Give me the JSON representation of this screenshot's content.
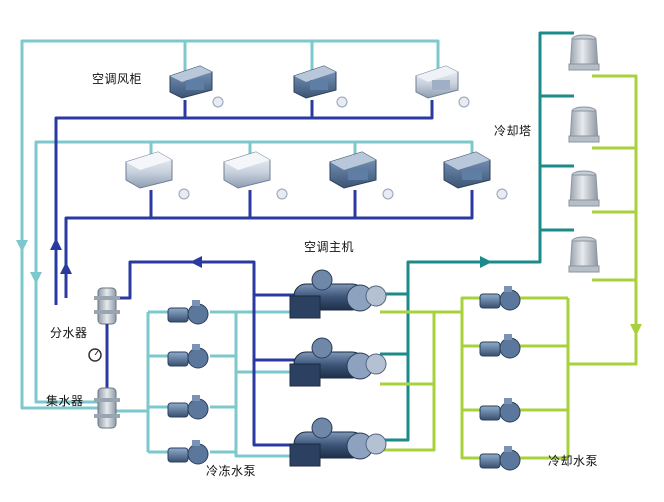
{
  "labels": {
    "ahu": "空调风柜",
    "tower": "冷却塔",
    "chiller": "空调主机",
    "distributor": "分水器",
    "collector": "集水器",
    "chw_pump": "冷冻水泵",
    "cw_pump": "冷却水泵"
  },
  "colors": {
    "supply": "#2b3aa0",
    "return": "#7cc8cc",
    "cooling_supply": "#1d8a8a",
    "cooling_return": "#a8d23c",
    "equipment": "#4a6d96"
  }
}
